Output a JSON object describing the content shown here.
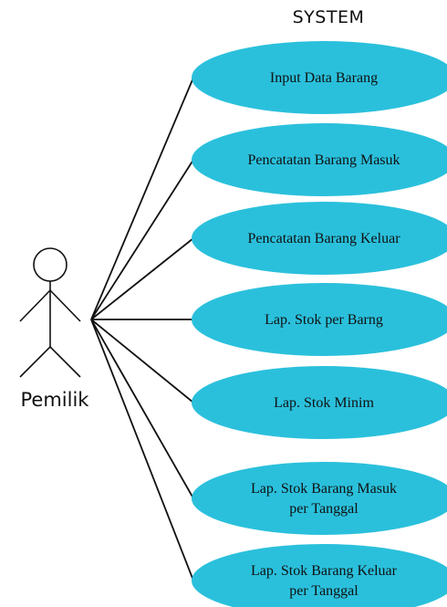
{
  "system": {
    "title": "SYSTEM"
  },
  "actor": {
    "name": "Pemilik"
  },
  "use_cases": [
    {
      "lines": [
        "Input Data Barang"
      ]
    },
    {
      "lines": [
        "Pencatatan Barang Masuk"
      ]
    },
    {
      "lines": [
        "Pencatatan Barang Keluar"
      ]
    },
    {
      "lines": [
        "Lap. Stok per Barng"
      ]
    },
    {
      "lines": [
        "Lap. Stok Minim"
      ]
    },
    {
      "lines": [
        "Lap. Stok Barang Masuk",
        "per Tanggal"
      ]
    },
    {
      "lines": [
        "Lap. Stok Barang Keluar",
        "per Tanggal"
      ]
    }
  ],
  "colors": {
    "use_case_fill": "#2ac0dc",
    "stroke": "#111111"
  }
}
